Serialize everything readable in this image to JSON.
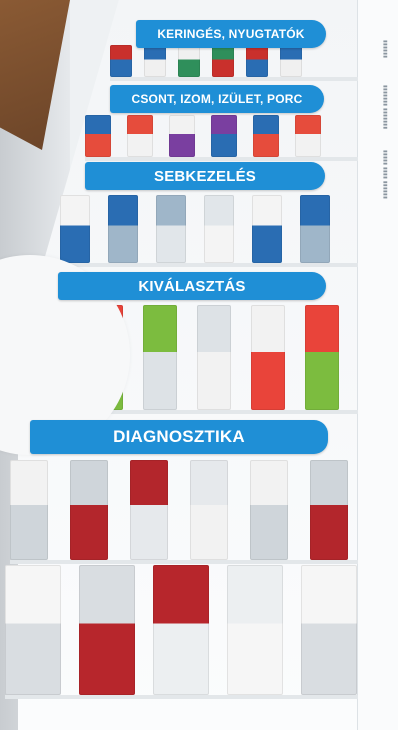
{
  "banners": {
    "b1": "KERINGÉS, NYUGTATÓK",
    "b2": "CSONT, IZOM, IZÜLET, PORC",
    "b3": "SEBKEZELÉS",
    "b4": "KIVÁLASZTÁS",
    "b5": "DIAGNOSZTIKA"
  },
  "colors": {
    "banner": "#1f8fd6",
    "banner_text": "#ffffff",
    "wood": "#8a5a34"
  }
}
